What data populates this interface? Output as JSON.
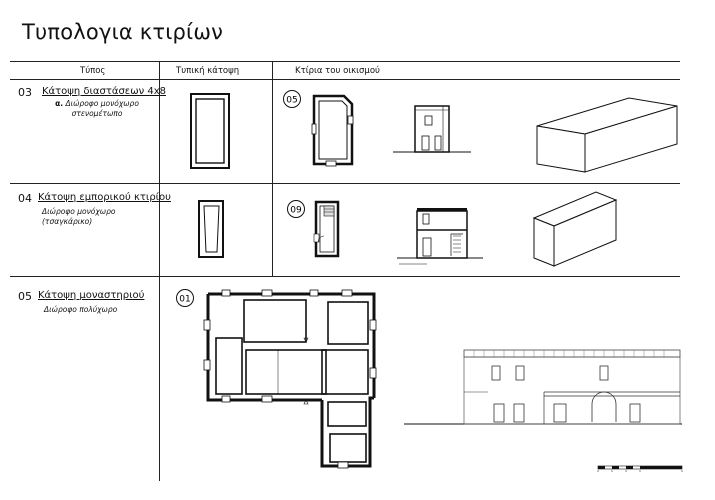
{
  "title": "Τυπολογια κτιρίων",
  "headers": {
    "type": "Τύπος",
    "typical_plan": "Τυπική κάτοψη",
    "settlement_buildings": "Κτίρια του οικισμού"
  },
  "rows": [
    {
      "number": "03",
      "title": "Κάτοψη διαστάσεων 4x8",
      "subtitle_marker": "α.",
      "subtitle": "Διώροφο μονόχωρο στενομέτωπο",
      "building_id": "05"
    },
    {
      "number": "04",
      "title": "Κάτοψη εμπορικού κτιρίου",
      "subtitle": "Διώροφο μονόχωρο (τσαγκάρικο)",
      "building_id": "09"
    },
    {
      "number": "05",
      "title": "Κάτοψη μοναστηριού",
      "subtitle": "Διώροφο πολύχωρο",
      "building_id": "01"
    }
  ]
}
